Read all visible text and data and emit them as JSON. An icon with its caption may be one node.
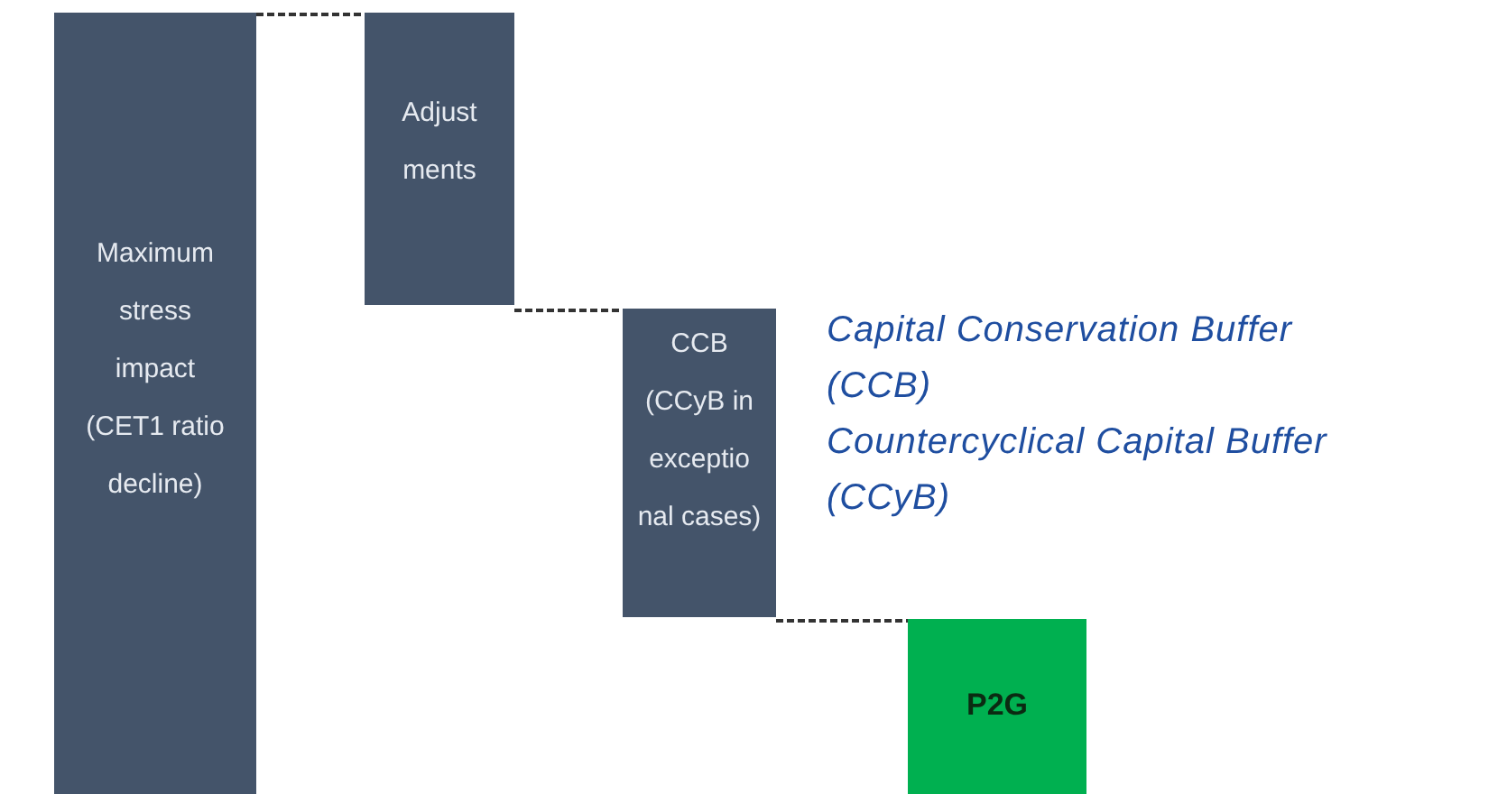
{
  "diagram": {
    "nodes": [
      {
        "text": [
          "Maximum stress impact (CET1 ratio decline)"
        ]
      },
      {
        "text": [
          "Adjust ments"
        ]
      },
      {
        "text": [
          "CCB (CCyB in exceptio nal cases)"
        ]
      },
      {
        "text": [
          "P2G"
        ]
      }
    ],
    "edges": [
      {
        "from": 0,
        "to": 1,
        "arrow": "none",
        "style": "dashed"
      },
      {
        "from": 1,
        "to": 2,
        "arrow": "none",
        "style": "dashed"
      },
      {
        "from": 2,
        "to": 3,
        "arrow": "none",
        "style": "dashed"
      }
    ],
    "labels": [
      "Capital Conservation Buffer (CCB)",
      "Countercyclical Capital Buffer (CCyB)"
    ]
  }
}
